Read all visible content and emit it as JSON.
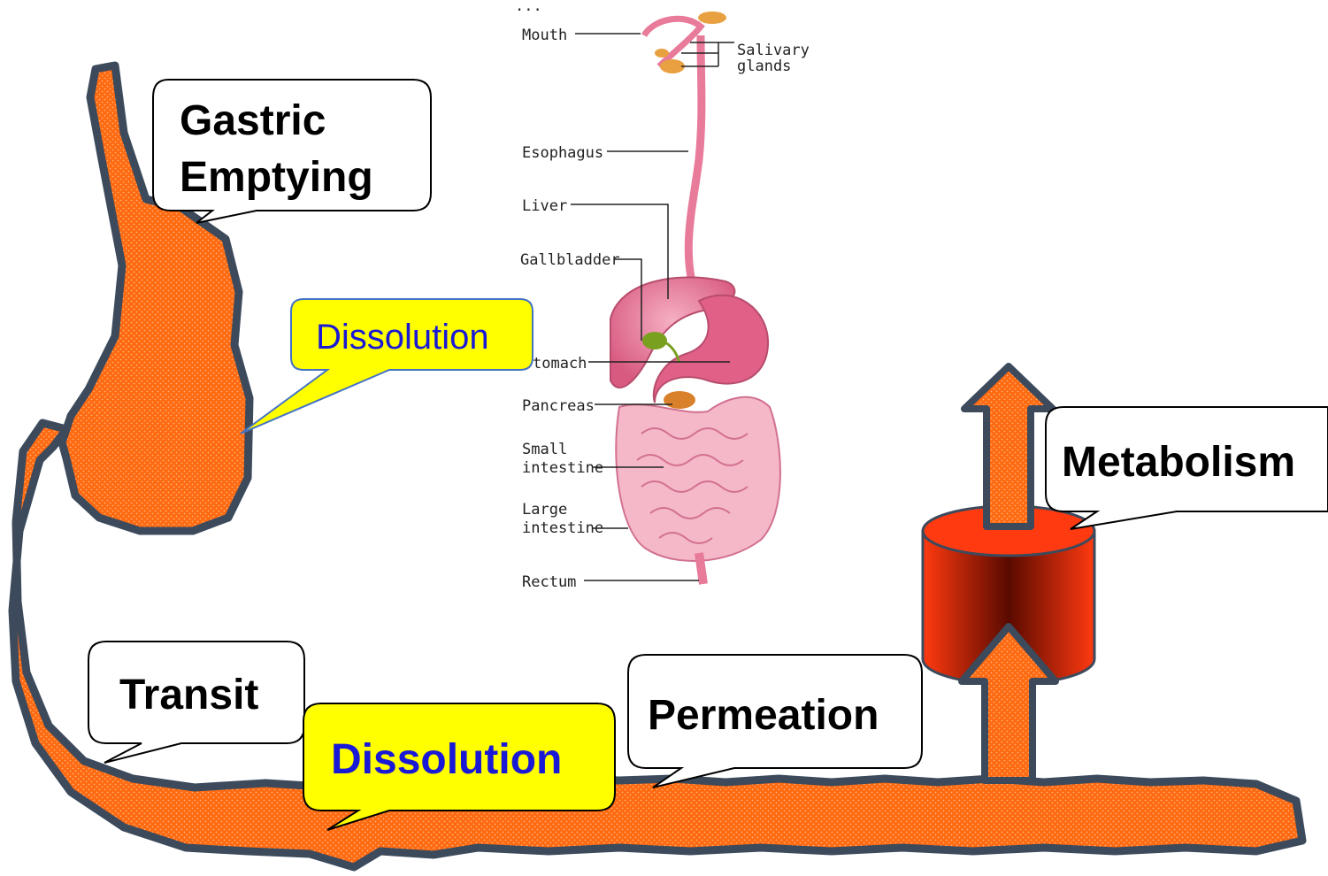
{
  "colors": {
    "gut_fill": "#ff6a10",
    "gut_outline": "#3c4a5c",
    "callout_white": "#ffffff",
    "callout_yellow": "#ffff00",
    "dissolution_text": "#1a1ad6",
    "metabolism_cylinder": "#e83a10",
    "organ_pink": "#e87a9a"
  },
  "callouts": {
    "gastric_emptying": [
      "Gastric",
      "Emptying"
    ],
    "dissolution_stomach": "Dissolution",
    "transit": "Transit",
    "dissolution_intestine": "Dissolution",
    "permeation": "Permeation",
    "metabolism": "Metabolism"
  },
  "anatomy": {
    "top_fragment": "...",
    "mouth": "Mouth",
    "salivary": [
      "Salivary",
      "glands"
    ],
    "esophagus": "Esophagus",
    "liver": "Liver",
    "gallbladder": "Gallbladder",
    "stomach": "tomach",
    "pancreas": "Pancreas",
    "small_intestine": [
      "Small",
      "intestine"
    ],
    "large_intestine": [
      "Large",
      "intestine"
    ],
    "rectum": "Rectum"
  }
}
